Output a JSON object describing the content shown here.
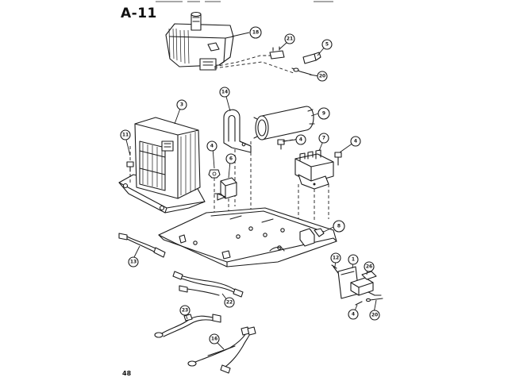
{
  "page_title": "A-11",
  "page_number": "48",
  "callouts": [
    {
      "id": "c18a",
      "label": "18"
    },
    {
      "id": "c21a",
      "label": "21"
    },
    {
      "id": "c5",
      "label": "5"
    },
    {
      "id": "c20a",
      "label": "20"
    },
    {
      "id": "c3",
      "label": "3"
    },
    {
      "id": "c14",
      "label": "14"
    },
    {
      "id": "c9",
      "label": "9"
    },
    {
      "id": "c11",
      "label": "11"
    },
    {
      "id": "c4a",
      "label": "4"
    },
    {
      "id": "c6",
      "label": "6"
    },
    {
      "id": "c4b",
      "label": "4"
    },
    {
      "id": "c7",
      "label": "7"
    },
    {
      "id": "c4c",
      "label": "4"
    },
    {
      "id": "c8",
      "label": "8"
    },
    {
      "id": "c13",
      "label": "13"
    },
    {
      "id": "c12",
      "label": "12"
    },
    {
      "id": "c1",
      "label": "1"
    },
    {
      "id": "c26",
      "label": "26"
    },
    {
      "id": "c22",
      "label": "22"
    },
    {
      "id": "c23",
      "label": "23"
    },
    {
      "id": "c4d",
      "label": "4"
    },
    {
      "id": "c20b",
      "label": "20"
    },
    {
      "id": "c16",
      "label": "16"
    }
  ]
}
